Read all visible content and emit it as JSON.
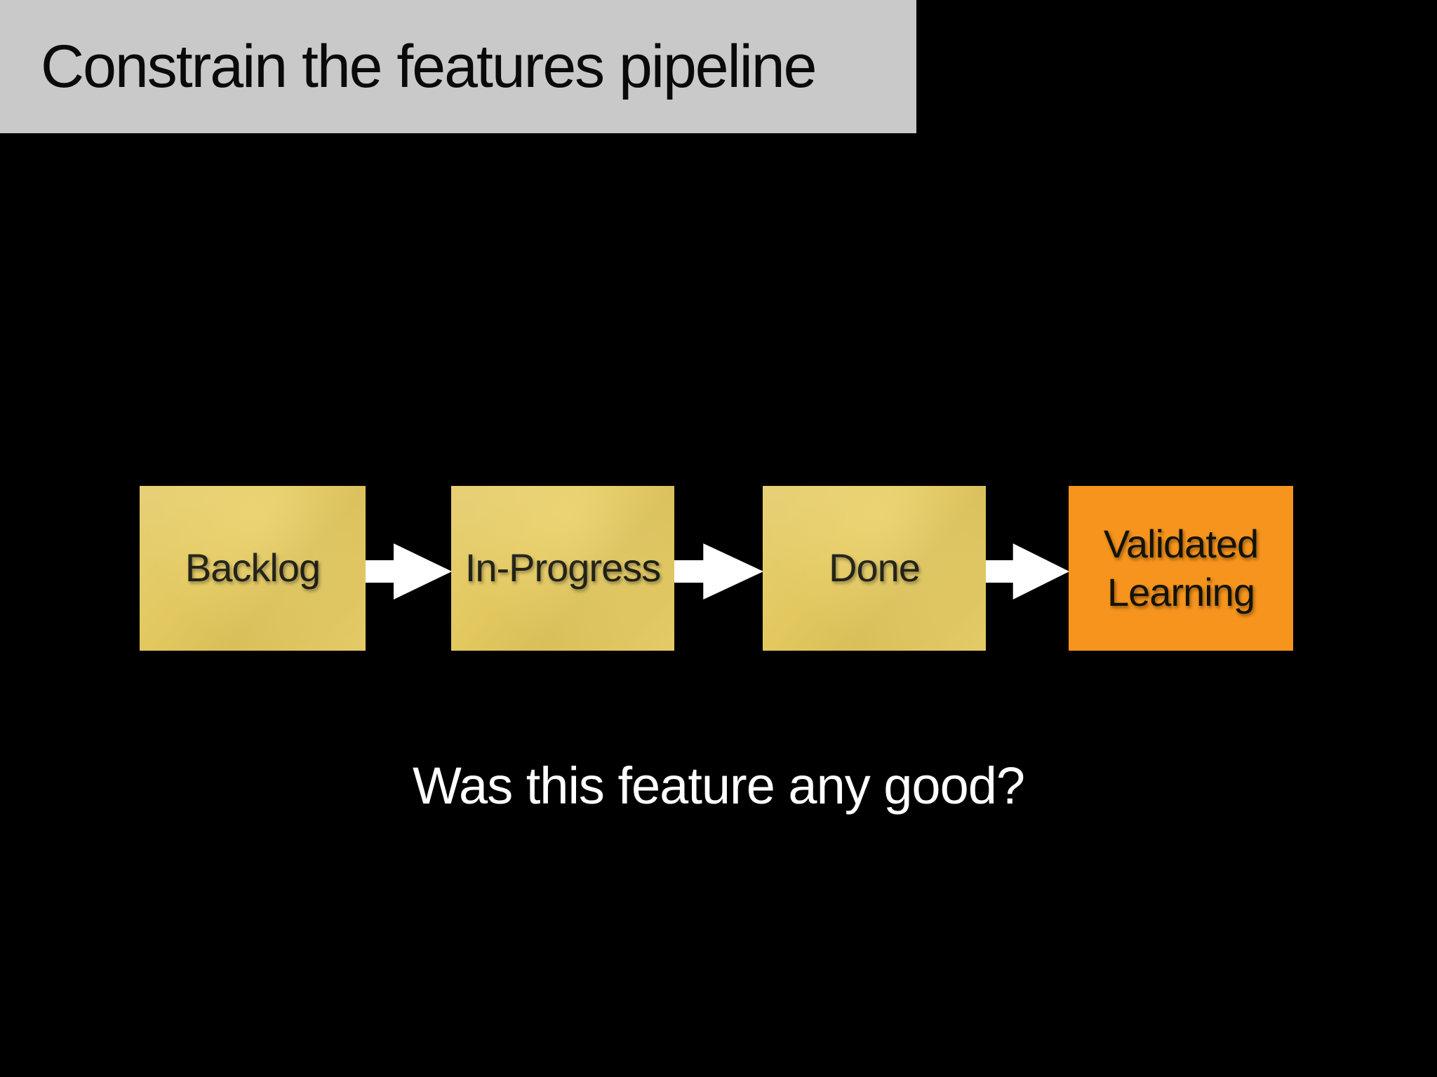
{
  "header": {
    "title": "Constrain the features pipeline",
    "background_color": "#c9c9c9",
    "text_color": "#0a0a0a"
  },
  "pipeline": {
    "stages": [
      {
        "label": "Backlog",
        "color": "#e9cd5f",
        "kind": "sticky-note"
      },
      {
        "label": "In-Progress",
        "color": "#e9cd5f",
        "kind": "sticky-note"
      },
      {
        "label": "Done",
        "color": "#e9cd5f",
        "kind": "sticky-note"
      },
      {
        "label": "Validated Learning",
        "color": "#f7941d",
        "kind": "highlight"
      }
    ],
    "arrow_color": "#ffffff",
    "arrow_direction": "right"
  },
  "caption": {
    "text": "Was this feature any good?",
    "color": "#ffffff"
  },
  "canvas": {
    "background_color": "#000000"
  }
}
